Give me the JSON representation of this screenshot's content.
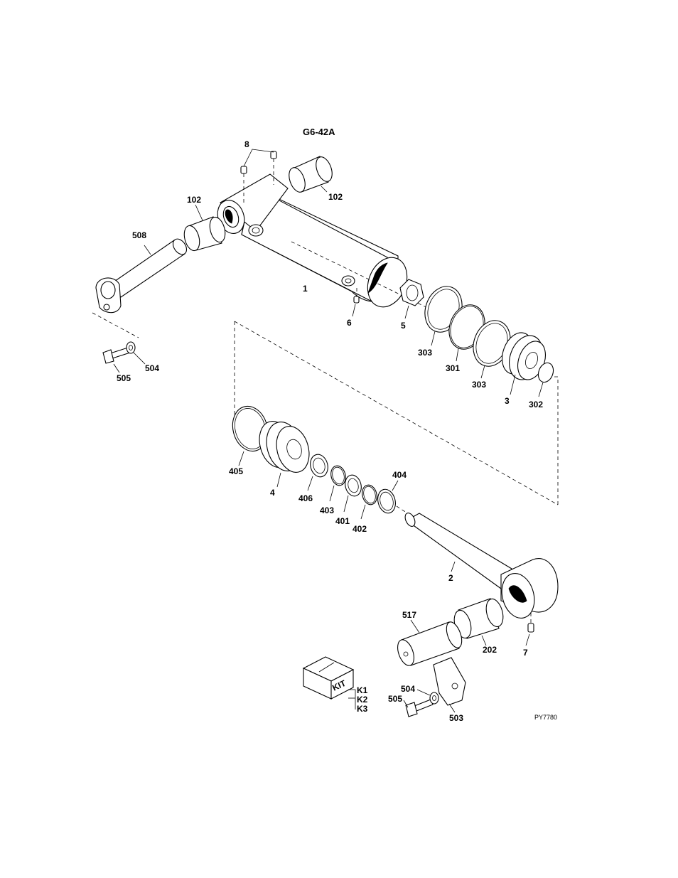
{
  "figure": {
    "title": "G6-42A",
    "reference": "PY7780"
  },
  "callouts": {
    "p8": "8",
    "p102a": "102",
    "p102b": "102",
    "p508": "508",
    "p1": "1",
    "p6": "6",
    "p5": "5",
    "p303a": "303",
    "p301": "301",
    "p303b": "303",
    "p3": "3",
    "p302": "302",
    "p504a": "504",
    "p505a": "505",
    "p405": "405",
    "p4": "4",
    "p406": "406",
    "p403": "403",
    "p401": "401",
    "p402": "402",
    "p404": "404",
    "p2": "2",
    "p517": "517",
    "p202": "202",
    "p7": "7",
    "p504b": "504",
    "p505b": "505",
    "p503": "503"
  },
  "kit": {
    "box_label": "KIT",
    "items": [
      "K1",
      "K2",
      "K3"
    ]
  }
}
